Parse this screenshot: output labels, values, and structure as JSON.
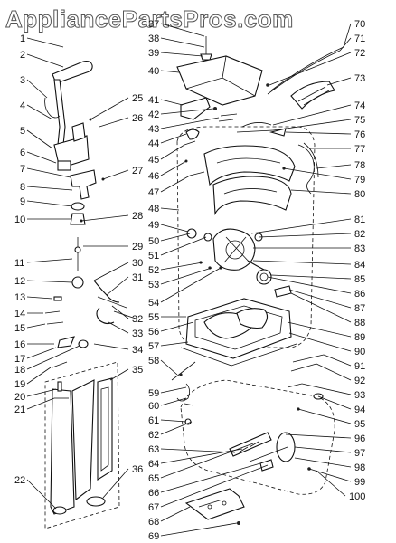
{
  "watermark": {
    "text": "AppliancePartsPros.com"
  },
  "parts": [
    {
      "n": "1",
      "label": "1"
    },
    {
      "n": "2",
      "label": "2"
    },
    {
      "n": "3",
      "label": "3"
    },
    {
      "n": "4",
      "label": "4"
    },
    {
      "n": "5",
      "label": "5"
    },
    {
      "n": "6",
      "label": "6"
    },
    {
      "n": "7",
      "label": "7"
    },
    {
      "n": "8",
      "label": "8"
    },
    {
      "n": "9",
      "label": "9"
    },
    {
      "n": "10",
      "label": "10"
    },
    {
      "n": "11",
      "label": "11"
    },
    {
      "n": "12",
      "label": "12"
    },
    {
      "n": "13",
      "label": "13"
    },
    {
      "n": "14",
      "label": "14"
    },
    {
      "n": "15",
      "label": "15"
    },
    {
      "n": "16",
      "label": "16"
    },
    {
      "n": "17",
      "label": "17"
    },
    {
      "n": "18",
      "label": "18"
    },
    {
      "n": "19",
      "label": "19"
    },
    {
      "n": "20",
      "label": "20"
    },
    {
      "n": "21",
      "label": "21"
    },
    {
      "n": "22",
      "label": "22"
    },
    {
      "n": "25",
      "label": "25"
    },
    {
      "n": "26",
      "label": "26"
    },
    {
      "n": "27",
      "label": "27"
    },
    {
      "n": "28",
      "label": "28"
    },
    {
      "n": "29",
      "label": "29"
    },
    {
      "n": "30",
      "label": "30"
    },
    {
      "n": "31",
      "label": "31"
    },
    {
      "n": "32",
      "label": "32"
    },
    {
      "n": "33",
      "label": "33"
    },
    {
      "n": "34",
      "label": "34"
    },
    {
      "n": "35",
      "label": "35"
    },
    {
      "n": "36",
      "label": "36"
    },
    {
      "n": "37",
      "label": "37"
    },
    {
      "n": "38",
      "label": "38"
    },
    {
      "n": "39",
      "label": "39"
    },
    {
      "n": "40",
      "label": "40"
    },
    {
      "n": "41",
      "label": "41"
    },
    {
      "n": "42",
      "label": "42"
    },
    {
      "n": "43",
      "label": "43"
    },
    {
      "n": "44",
      "label": "44"
    },
    {
      "n": "45",
      "label": "45"
    },
    {
      "n": "46",
      "label": "46"
    },
    {
      "n": "47",
      "label": "47"
    },
    {
      "n": "48",
      "label": "48"
    },
    {
      "n": "49",
      "label": "49"
    },
    {
      "n": "50",
      "label": "50"
    },
    {
      "n": "51",
      "label": "51"
    },
    {
      "n": "52",
      "label": "52"
    },
    {
      "n": "53",
      "label": "53"
    },
    {
      "n": "54",
      "label": "54"
    },
    {
      "n": "55",
      "label": "55"
    },
    {
      "n": "56",
      "label": "56"
    },
    {
      "n": "57",
      "label": "57"
    },
    {
      "n": "58",
      "label": "58"
    },
    {
      "n": "59",
      "label": "59"
    },
    {
      "n": "60",
      "label": "60"
    },
    {
      "n": "61",
      "label": "61"
    },
    {
      "n": "62",
      "label": "62"
    },
    {
      "n": "63",
      "label": "63"
    },
    {
      "n": "64",
      "label": "64"
    },
    {
      "n": "65",
      "label": "65"
    },
    {
      "n": "66",
      "label": "66"
    },
    {
      "n": "67",
      "label": "67"
    },
    {
      "n": "68",
      "label": "68"
    },
    {
      "n": "69",
      "label": "69"
    },
    {
      "n": "70",
      "label": "70"
    },
    {
      "n": "71",
      "label": "71"
    },
    {
      "n": "72",
      "label": "72"
    },
    {
      "n": "73",
      "label": "73"
    },
    {
      "n": "74",
      "label": "74"
    },
    {
      "n": "75",
      "label": "75"
    },
    {
      "n": "76",
      "label": "76"
    },
    {
      "n": "77",
      "label": "77"
    },
    {
      "n": "78",
      "label": "78"
    },
    {
      "n": "79",
      "label": "79"
    },
    {
      "n": "80",
      "label": "80"
    },
    {
      "n": "81",
      "label": "81"
    },
    {
      "n": "82",
      "label": "82"
    },
    {
      "n": "83",
      "label": "83"
    },
    {
      "n": "84",
      "label": "84"
    },
    {
      "n": "85",
      "label": "85"
    },
    {
      "n": "86",
      "label": "86"
    },
    {
      "n": "87",
      "label": "87"
    },
    {
      "n": "88",
      "label": "88"
    },
    {
      "n": "89",
      "label": "89"
    },
    {
      "n": "90",
      "label": "90"
    },
    {
      "n": "91",
      "label": "91"
    },
    {
      "n": "92",
      "label": "92"
    },
    {
      "n": "93",
      "label": "93"
    },
    {
      "n": "94",
      "label": "94"
    },
    {
      "n": "95",
      "label": "95"
    },
    {
      "n": "96",
      "label": "96"
    },
    {
      "n": "97",
      "label": "97"
    },
    {
      "n": "98",
      "label": "98"
    },
    {
      "n": "99",
      "label": "99"
    },
    {
      "n": "100",
      "label": "100"
    }
  ],
  "colors": {
    "line": "#111111",
    "background": "#ffffff",
    "watermark_fill": "#ffffff",
    "watermark_stroke": "#555555"
  }
}
